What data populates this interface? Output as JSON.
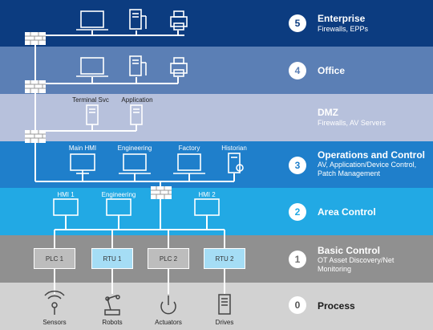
{
  "levels": [
    {
      "num": "5",
      "title": "Enterprise",
      "sub": "Firewalls, EPPs"
    },
    {
      "num": "4",
      "title": "Office",
      "sub": ""
    },
    {
      "num": "",
      "title": "DMZ",
      "sub": "Firewalls, AV Servers"
    },
    {
      "num": "3",
      "title": "Operations and Control",
      "sub": "AV, Application/Device Control, Patch Management"
    },
    {
      "num": "2",
      "title": "Area Control",
      "sub": ""
    },
    {
      "num": "1",
      "title": "Basic Control",
      "sub": "OT Asset Discovery/Net Monitoring"
    },
    {
      "num": "0",
      "title": "Process",
      "sub": ""
    }
  ],
  "dmz_labels": [
    "Terminal Svc",
    "Application"
  ],
  "ops_labels": [
    "Main HMI",
    "Engineering",
    "Factory",
    "Historian"
  ],
  "area_labels": [
    "HMI 1",
    "Engineering",
    "HMI 2"
  ],
  "control_boxes": [
    "PLC 1",
    "RTU 1",
    "PLC 2",
    "RTU 2"
  ],
  "process_labels": [
    "Sensors",
    "Robots",
    "Actuators",
    "Drives"
  ],
  "colors": {
    "enterprise": "#0c3c80",
    "office": "#5b7fb5",
    "dmz": "#b7c1dc",
    "ops": "#1f7fcb",
    "area": "#22a9e4",
    "basic": "#909090",
    "process": "#d2d2d2",
    "plc": "#bdbdbd",
    "rtu": "#a5ddf5"
  }
}
